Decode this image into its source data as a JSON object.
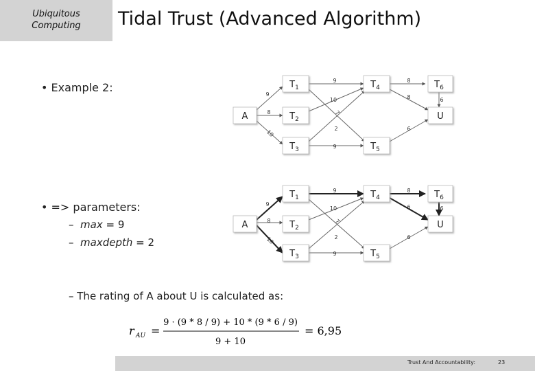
{
  "header": {
    "corner_line1": "Ubiquitous",
    "corner_line2": "Computing",
    "title": "Tidal Trust (Advanced Algorithm)"
  },
  "bullets": {
    "example": "• Example 2:",
    "parameters": "• => parameters:",
    "max_label": "max",
    "max_value": "= 9",
    "maxdepth_label": "maxdepth",
    "maxdepth_value": "= 2",
    "rating_text": "– The rating of A about U is calculated as:",
    "dash": "–"
  },
  "graph1": {
    "nodes": {
      "A": "A",
      "T1": "T",
      "T1s": "1",
      "T2": "T",
      "T2s": "2",
      "T3": "T",
      "T3s": "3",
      "T4": "T",
      "T4s": "4",
      "T5": "T",
      "T5s": "5",
      "T6": "T",
      "T6s": "6",
      "U": "U"
    },
    "weights": {
      "a_t1": "9",
      "a_t2": "8",
      "a_t3": "10",
      "t1_t4": "9",
      "t2_t4": "10",
      "t1_t5": "7",
      "t3_t4": "2",
      "t3_t5": "9",
      "t4_t6": "8",
      "t4_u": "8",
      "t5_u": "6",
      "t6_u": "6"
    }
  },
  "graph2": {
    "nodes": {
      "A": "A",
      "T1": "T",
      "T1s": "1",
      "T2": "T",
      "T2s": "2",
      "T3": "T",
      "T3s": "3",
      "T4": "T",
      "T4s": "4",
      "T5": "T",
      "T5s": "5",
      "T6": "T",
      "T6s": "6",
      "U": "U"
    },
    "weights": {
      "a_t1": "9",
      "a_t2": "8",
      "a_t3": "10",
      "t1_t4": "9",
      "t2_t4": "10",
      "t1_t5": "7",
      "t3_t4": "2",
      "t3_t5": "9",
      "t4_t6": "8",
      "t4_u": "6",
      "t5_u": "6",
      "t6_u": "6"
    }
  },
  "formula": {
    "lhs_r": "r",
    "lhs_sub": "AU",
    "equals": "=",
    "numerator": "9 · (9 * 8 / 9) + 10 * (9 * 6 / 9)",
    "denominator": "9 + 10",
    "result": "= 6,95"
  },
  "footer": {
    "text": "Trust And Accountability:",
    "page": "23"
  }
}
